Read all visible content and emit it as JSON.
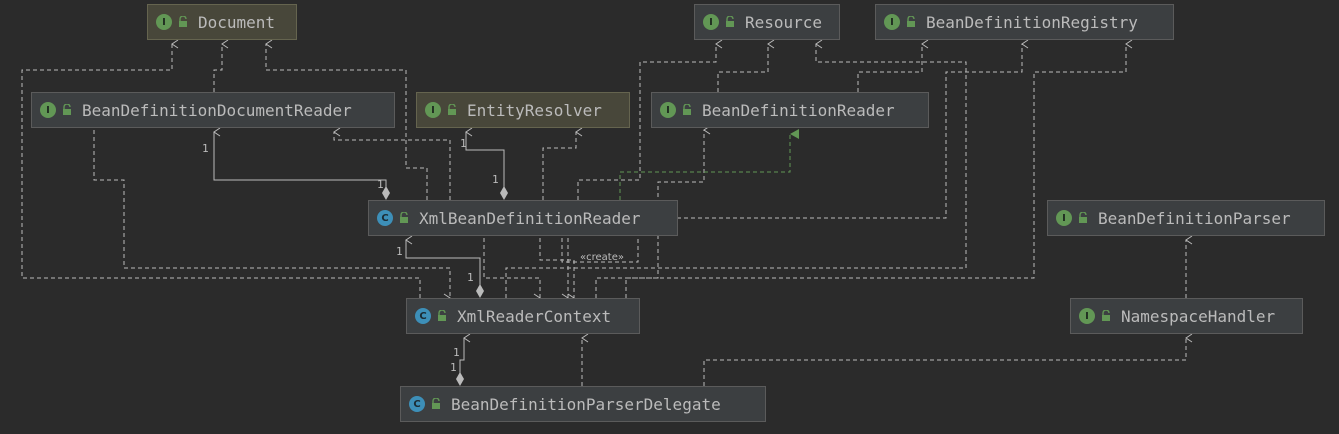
{
  "nodes": {
    "document": {
      "kind": "I",
      "name": "Document"
    },
    "resource": {
      "kind": "I",
      "name": "Resource"
    },
    "bean_definition_registry": {
      "kind": "I",
      "name": "BeanDefinitionRegistry"
    },
    "bean_definition_document_reader": {
      "kind": "I",
      "name": "BeanDefinitionDocumentReader"
    },
    "entity_resolver": {
      "kind": "I",
      "name": "EntityResolver"
    },
    "bean_definition_reader": {
      "kind": "I",
      "name": "BeanDefinitionReader"
    },
    "xml_bean_definition_reader": {
      "kind": "C",
      "name": "XmlBeanDefinitionReader"
    },
    "bean_definition_parser": {
      "kind": "I",
      "name": "BeanDefinitionParser"
    },
    "xml_reader_context": {
      "kind": "C",
      "name": "XmlReaderContext"
    },
    "namespace_handler": {
      "kind": "I",
      "name": "NamespaceHandler"
    },
    "bean_definition_parser_delegate": {
      "kind": "C",
      "name": "BeanDefinitionParserDelegate"
    }
  },
  "labels": {
    "create": "«create»",
    "mult_one": "1"
  },
  "colors": {
    "background": "#2b2b2b",
    "edge": "#bbbbbb",
    "implements_edge": "#629755",
    "interface_badge": "#629755",
    "class_badge": "#3d8fb8"
  }
}
